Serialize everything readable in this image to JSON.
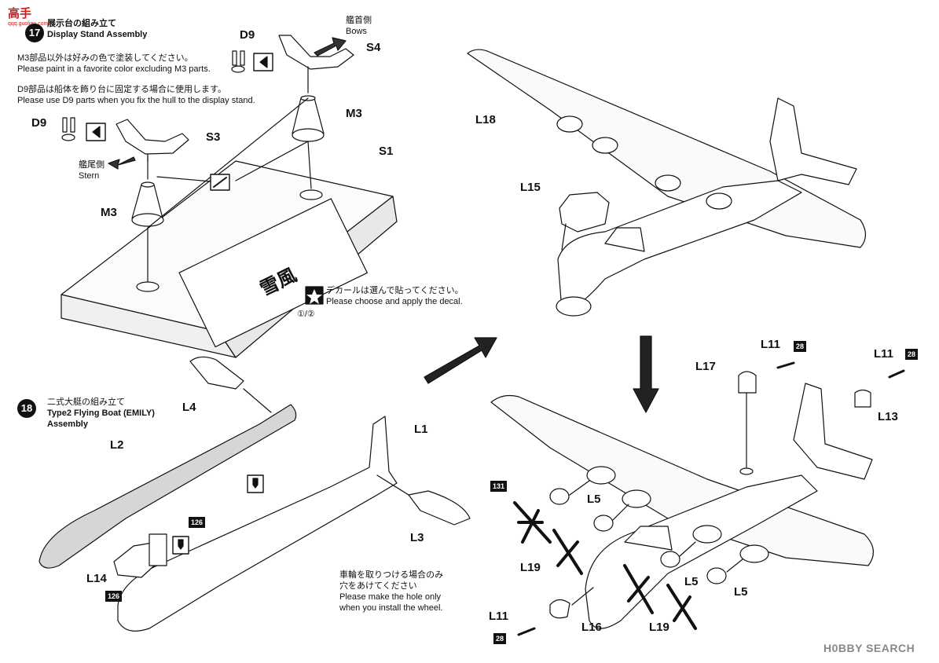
{
  "watermark_top": {
    "glyphs": "高手",
    "sub": "qqq.guolian.com"
  },
  "step17": {
    "number": "17",
    "title_jp": "展示台の組み立て",
    "title_en": "Display Stand Assembly",
    "note1_jp": "M3部品以外は好みの色で塗装してください。",
    "note1_en": "Please paint in a favorite color excluding M3 parts.",
    "note2_jp": "D9部品は船体を飾り台に固定する場合に使用します。",
    "note2_en": "Please use D9 parts when you fix the hull to the display stand.",
    "bows_jp": "艦首側",
    "bows_en": "Bows",
    "stern_jp": "艦尾側",
    "stern_en": "Stern",
    "decal_jp": "デカールは選んで貼ってください。",
    "decal_en": "Please choose and apply the decal.",
    "decal_options": "①/②",
    "plate_text": "雪風"
  },
  "step18": {
    "number": "18",
    "title_jp": "二式大艇の組み立て",
    "title_en_1": "Type2 Flying Boat (EMILY)",
    "title_en_2": "Assembly",
    "wheel_jp_1": "車輪を取りつける場合のみ",
    "wheel_jp_2": "穴をあけてください",
    "wheel_en_1": "Please make the hole only",
    "wheel_en_2": "when you install the wheel."
  },
  "part_labels": {
    "d9_top": "D9",
    "s4": "S4",
    "m3_top": "M3",
    "d9_left": "D9",
    "s3": "S3",
    "s1": "S1",
    "m3_left": "M3",
    "l18": "L18",
    "l15": "L15",
    "l11_a": "L11",
    "l17": "L17",
    "l11_b": "L11",
    "l13": "L13",
    "l4": "L4",
    "l1": "L1",
    "l2": "L2",
    "l3": "L3",
    "l14": "L14",
    "l5_a": "L5",
    "l19_a": "L19",
    "l5_b": "L5",
    "l5_c": "L5",
    "l11_c": "L11",
    "l16": "L16",
    "l19_b": "L19"
  },
  "paint_codes": {
    "c28_a": "28",
    "c28_b": "28",
    "c131": "131",
    "c126_a": "126",
    "c126_b": "126",
    "c28_c": "28"
  },
  "footer_watermark": "H0BBY SEARCH"
}
